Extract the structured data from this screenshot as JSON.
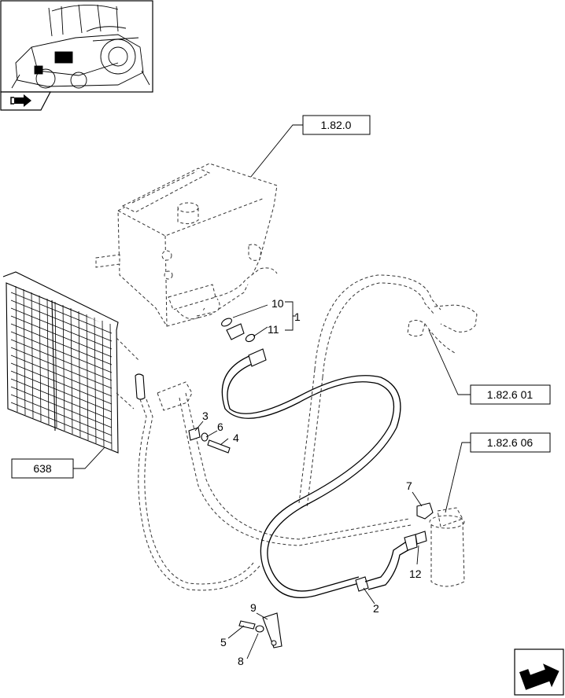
{
  "references": {
    "tank_ref": "1.82.0",
    "upper_pipe_ref": "1.82.6 01",
    "filter_ref": "1.82.6 06",
    "radiator_ref": "638"
  },
  "callouts": {
    "c1": "1",
    "c2": "2",
    "c3": "3",
    "c4": "4",
    "c5": "5",
    "c6": "6",
    "c7": "7",
    "c8": "8",
    "c9": "9",
    "c10": "10",
    "c11": "11",
    "c12": "12"
  },
  "icons": {
    "thumbnail": "tractor-thumbnail-icon",
    "back": "back-arrow-icon",
    "next": "next-page-arrow-icon"
  }
}
